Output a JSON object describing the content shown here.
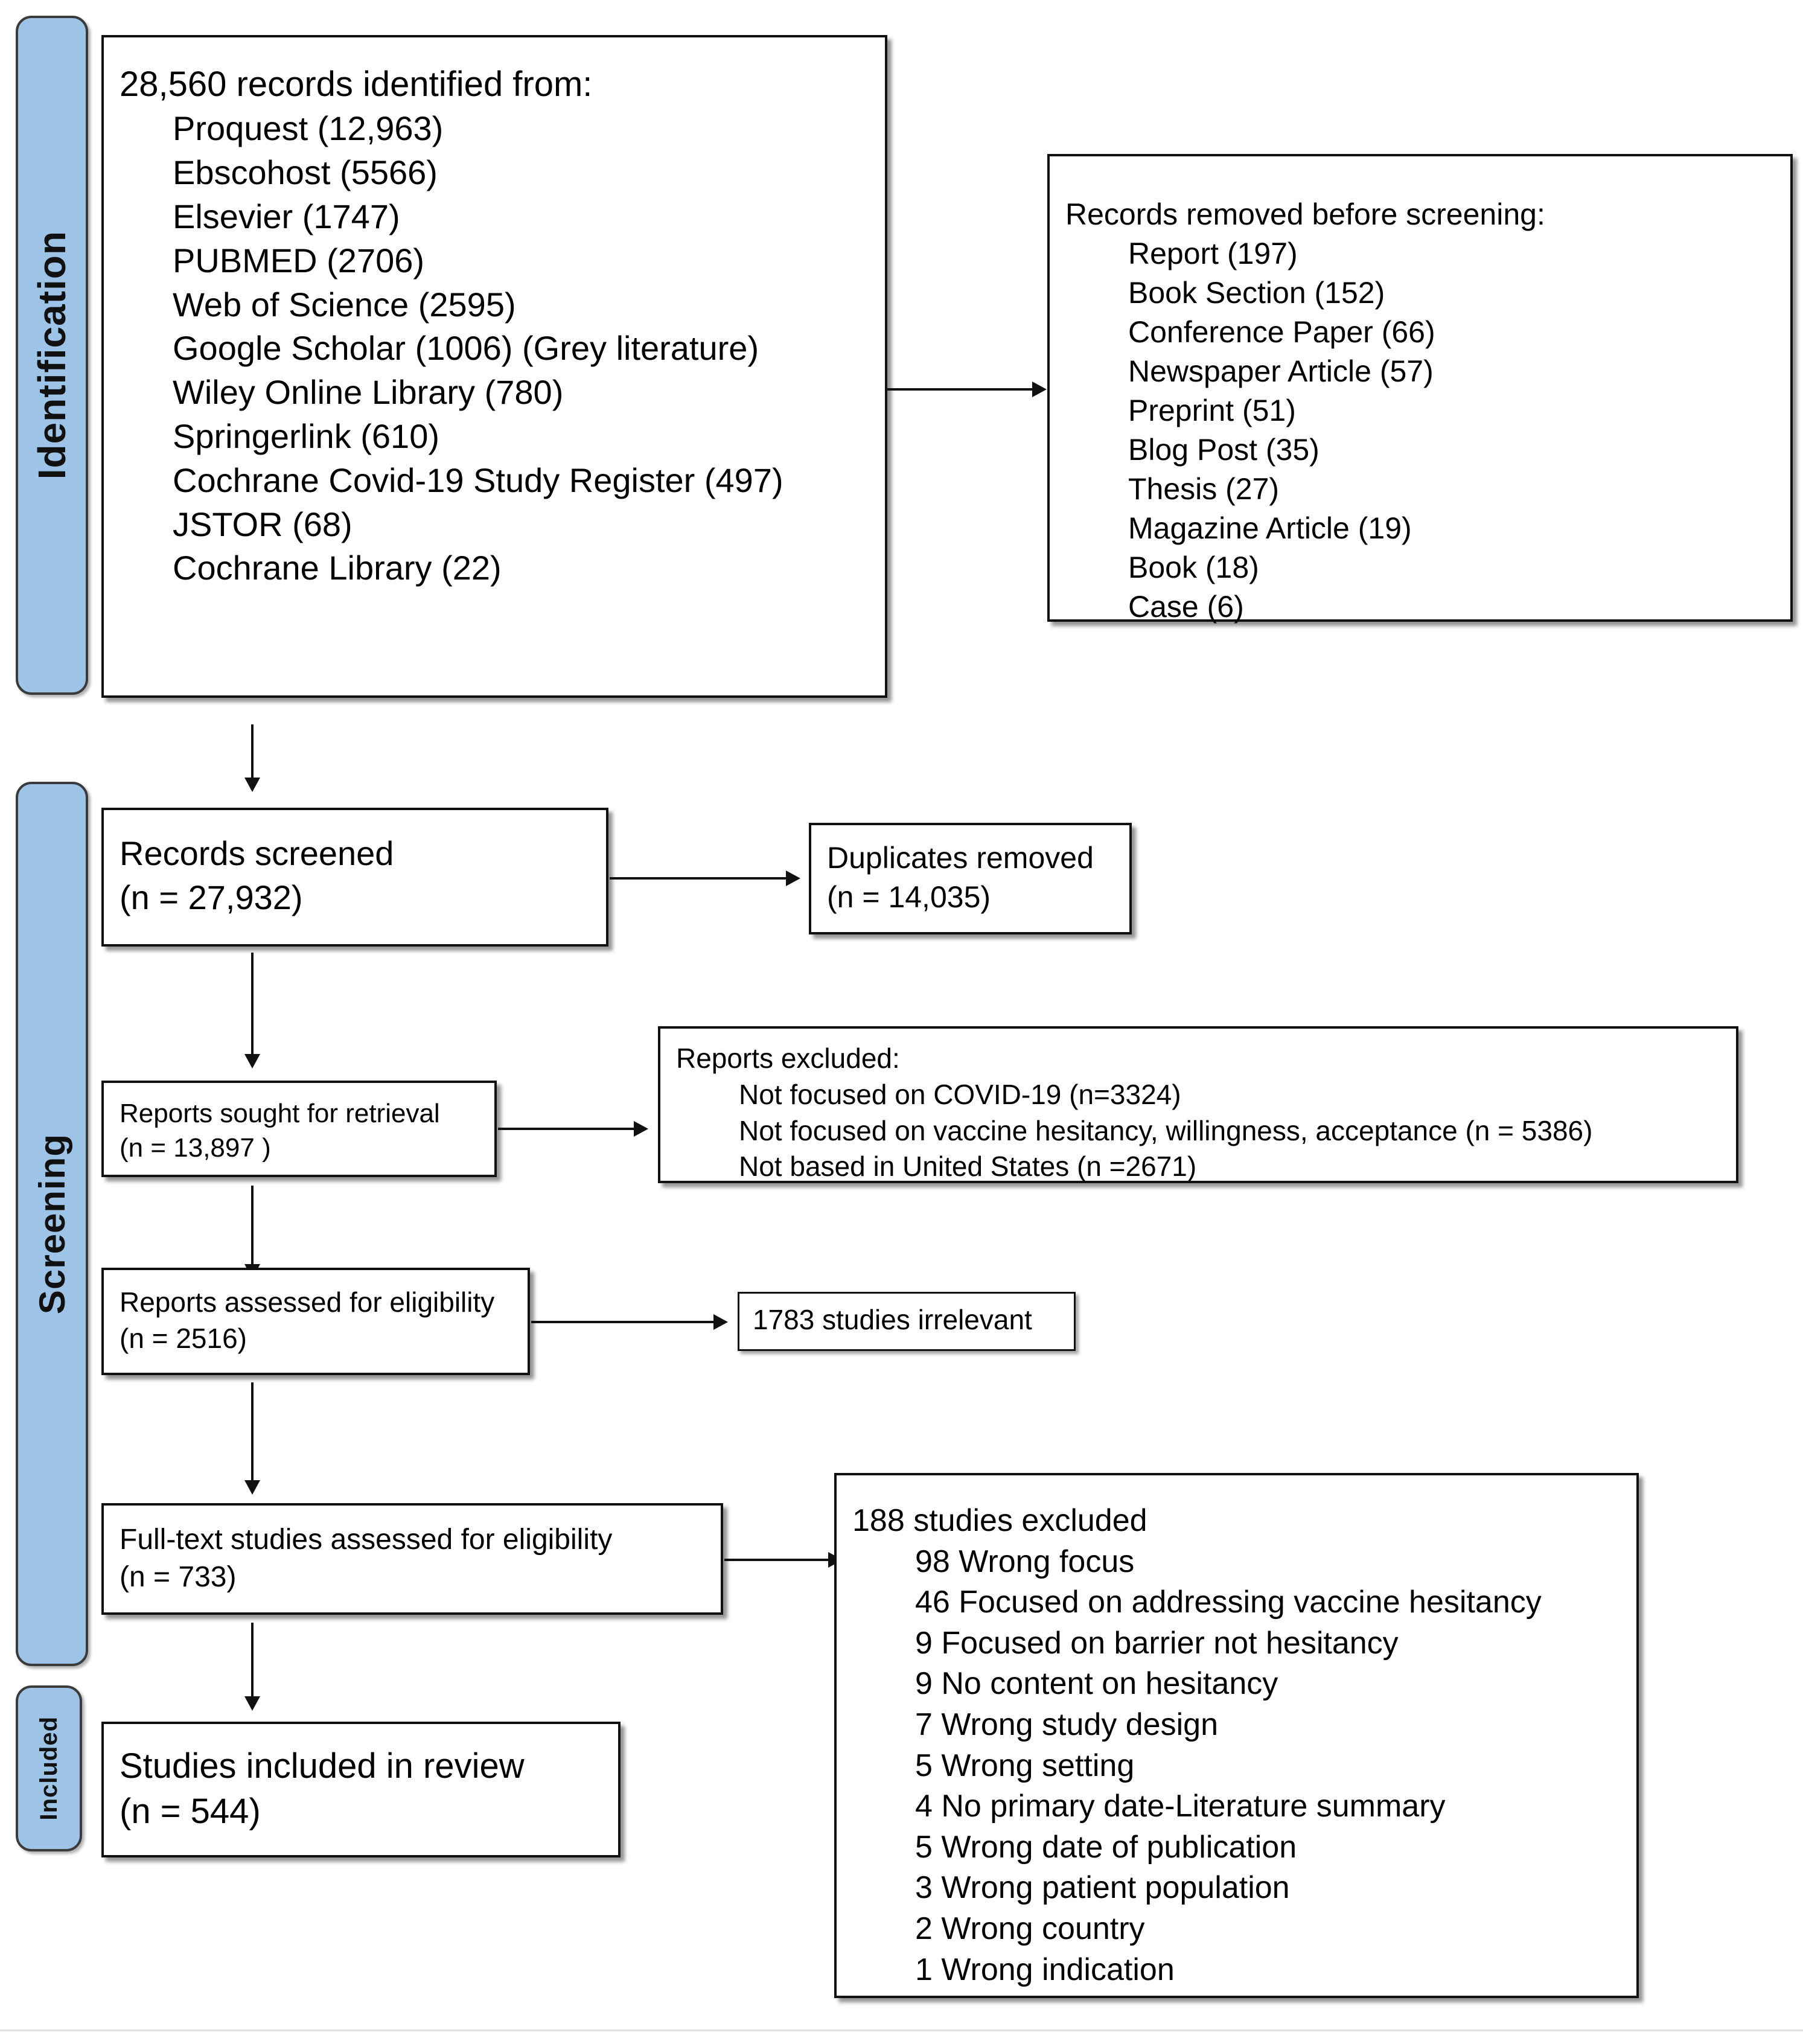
{
  "diagram": {
    "title": "PRISMA 2020 flow diagram",
    "accent_color": "#9DC3E6",
    "line_color": "#111111"
  },
  "phases": {
    "identification": "Identification",
    "screening": "Screening",
    "included": "Included"
  },
  "identification": {
    "heading": "28,560 records identified from:",
    "sources": [
      "Proquest (12,963)",
      "Ebscohost (5566)",
      "Elsevier (1747)",
      "PUBMED (2706)",
      "Web of Science (2595)",
      "Google Scholar (1006) (Grey literature)",
      "Wiley Online Library (780)",
      "Springerlink (610)",
      "Cochrane Covid-19 Study Register (497)",
      "JSTOR (68)",
      "Cochrane Library (22)"
    ]
  },
  "records_removed": {
    "heading": "Records removed before screening:",
    "items": [
      "Report (197)",
      "Book Section (152)",
      "Conference Paper (66)",
      "Newspaper Article (57)",
      "Preprint (51)",
      "Blog Post (35)",
      "Thesis (27)",
      "Magazine Article (19)",
      "Book (18)",
      "Case (6)"
    ]
  },
  "records_screened": {
    "label": "Records screened",
    "count": "(n = 27,932)"
  },
  "duplicates_removed": {
    "label": "Duplicates removed",
    "count": "(n = 14,035)"
  },
  "reports_sought": {
    "label": "Reports sought for retrieval",
    "count": "(n = 13,897 )"
  },
  "reports_excluded": {
    "heading": "Reports excluded:",
    "items": [
      "Not focused on COVID-19 (n=3324)",
      "Not focused on vaccine hesitancy, willingness, acceptance (n = 5386)",
      "Not based in United States (n =2671)"
    ]
  },
  "reports_assessed": {
    "label": "Reports assessed for eligibility",
    "count": "(n = 2516)"
  },
  "studies_irrelevant": {
    "label": "1783 studies irrelevant"
  },
  "fulltext_assessed": {
    "label": "Full-text studies assessed for eligibility",
    "count": "(n = 733)"
  },
  "studies_excluded": {
    "heading": "188 studies excluded",
    "items": [
      "98  Wrong focus",
      "46  Focused on addressing vaccine hesitancy",
      "9  Focused on barrier not hesitancy",
      "9  No content on hesitancy",
      "7  Wrong study design",
      "5  Wrong setting",
      "4  No primary date-Literature summary",
      "5  Wrong date of publication",
      "3  Wrong patient population",
      "2  Wrong country",
      "1  Wrong indication"
    ]
  },
  "studies_included": {
    "label": "Studies included in review",
    "count": "(n = 544)"
  }
}
